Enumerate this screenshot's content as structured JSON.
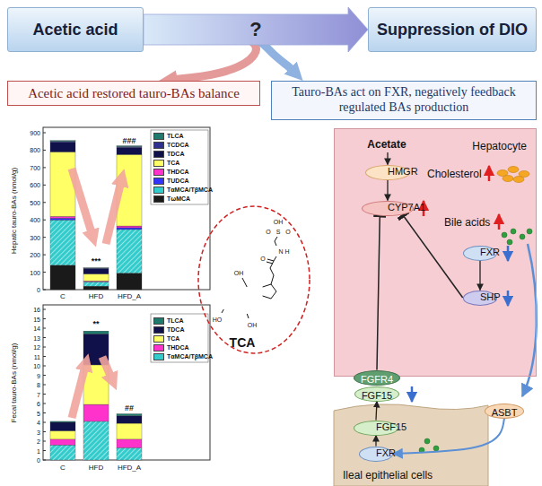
{
  "diagram": {
    "nodes": [
      {
        "text": [
          "Acetic acid"
        ]
      },
      {
        "text": [
          "Suppression of DIO"
        ]
      },
      {
        "text": [
          "Acetic acid restored tauro-BAs balance"
        ]
      },
      {
        "text": [
          "Tauro-BAs act on FXR, negatively feedback regulated BAs production"
        ]
      },
      {
        "text": [
          "Hepatocyte"
        ]
      },
      {
        "text": [
          "Acetate"
        ],
        "in": 4
      },
      {
        "text": [
          "HMGR"
        ],
        "in": 4
      },
      {
        "text": [
          "CYP7A1"
        ],
        "in": 4
      },
      {
        "text": [
          "FXR"
        ],
        "in": 4
      },
      {
        "text": [
          "SHP"
        ],
        "in": 4
      },
      {
        "text": [
          "FGFR4"
        ]
      },
      {
        "text": [
          "FGF15"
        ]
      },
      {
        "text": [
          "Ileal epithelial cells"
        ]
      },
      {
        "text": [
          "FGF15"
        ],
        "in": 12
      },
      {
        "text": [
          "FXR"
        ],
        "in": 12
      },
      {
        "text": [
          "ASBT"
        ]
      }
    ],
    "edges": [
      {
        "from": 0,
        "to": 1,
        "arrow": "to",
        "label": "?"
      },
      {
        "from": 0,
        "to": 2,
        "arrow": "to"
      },
      {
        "from": 0,
        "to": 3,
        "arrow": "to"
      },
      {
        "from": 5,
        "to": 6,
        "arrow": "to"
      },
      {
        "from": 6,
        "to": 7,
        "arrow": "to"
      },
      {
        "from": 8,
        "to": 9,
        "arrow": "to"
      },
      {
        "from": 9,
        "to": 7,
        "arrow": "to"
      },
      {
        "from": 10,
        "to": 7,
        "arrow": "to"
      },
      {
        "from": 14,
        "to": 13,
        "arrow": "to"
      },
      {
        "from": 13,
        "to": 11,
        "arrow": "to"
      },
      {
        "from": 15,
        "to": 14,
        "arrow": "to"
      }
    ],
    "labels": [
      "Hepatic tauro-BAs (nmol/g)",
      "0",
      "100",
      "200",
      "300",
      "400",
      "500",
      "600",
      "700",
      "800",
      "900",
      "C",
      "HFD",
      "HFD_A",
      "***",
      "###",
      "Fecal tauro-BAs (nmol/g)",
      "0",
      "1",
      "2",
      "3",
      "4",
      "5",
      "6",
      "7",
      "8",
      "9",
      "10",
      "11",
      "12",
      "13",
      "14",
      "15",
      "16",
      "C",
      "HFD",
      "HFD_A",
      "**",
      "##",
      "TCA",
      "OH",
      "HO",
      "OH",
      "O",
      "N",
      "H",
      "S",
      "O",
      "O",
      "OH",
      "Cholesterol",
      "Bile acids"
    ],
    "legend": [
      {
        "text": "TLCA",
        "color": "#1f7a6e"
      },
      {
        "text": "TCDCA",
        "color": "#2f2f8f"
      },
      {
        "text": "TDCA",
        "color": "#10104a"
      },
      {
        "text": "TCA",
        "color": "#ffff66"
      },
      {
        "text": "THDCA",
        "color": "#ff33cc"
      },
      {
        "text": "TUDCA",
        "color": "#3333ff"
      },
      {
        "text": "TαMCA/TβMCA",
        "color": "#33cccc"
      },
      {
        "text": "TωMCA",
        "color": "#1a1a1a"
      },
      {
        "text": "TLCA",
        "color": "#1f7a6e"
      },
      {
        "text": "TDCA",
        "color": "#10104a"
      },
      {
        "text": "TCA",
        "color": "#ffff66"
      },
      {
        "text": "THDCA",
        "color": "#ff33cc"
      },
      {
        "text": "TαMCA/TβMCA",
        "color": "#33cccc"
      }
    ]
  }
}
